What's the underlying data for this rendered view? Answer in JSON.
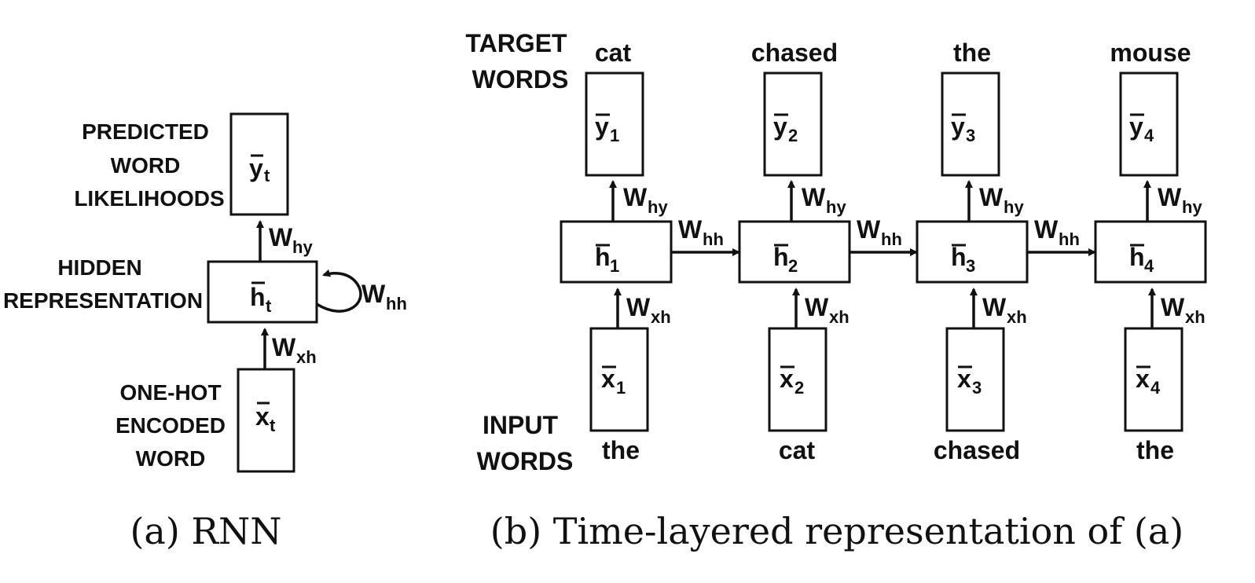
{
  "panel_a": {
    "output_label": [
      "PREDICTED",
      "WORD",
      "LIKELIHOODS"
    ],
    "hidden_label": [
      "HIDDEN",
      "REPRESENTATION"
    ],
    "input_label": [
      "ONE-HOT",
      "ENCODED",
      "WORD"
    ],
    "output_var": {
      "base": "y",
      "sub": "t"
    },
    "hidden_var": {
      "base": "h",
      "sub": "t"
    },
    "input_var": {
      "base": "x",
      "sub": "t"
    },
    "w_hy": {
      "base": "W",
      "sub": "hy"
    },
    "w_xh": {
      "base": "W",
      "sub": "xh"
    },
    "w_hh": {
      "base": "W",
      "sub": "hh"
    },
    "caption": "(a) RNN"
  },
  "panel_b": {
    "target_label": [
      "TARGET",
      "WORDS"
    ],
    "input_label": [
      "INPUT",
      "WORDS"
    ],
    "steps": [
      {
        "target": "cat",
        "input": "the",
        "y": {
          "base": "y",
          "sub": "1"
        },
        "h": {
          "base": "h",
          "sub": "1"
        },
        "x": {
          "base": "x",
          "sub": "1"
        }
      },
      {
        "target": "chased",
        "input": "cat",
        "y": {
          "base": "y",
          "sub": "2"
        },
        "h": {
          "base": "h",
          "sub": "2"
        },
        "x": {
          "base": "x",
          "sub": "2"
        }
      },
      {
        "target": "the",
        "input": "chased",
        "y": {
          "base": "y",
          "sub": "3"
        },
        "h": {
          "base": "h",
          "sub": "3"
        },
        "x": {
          "base": "x",
          "sub": "3"
        }
      },
      {
        "target": "mouse",
        "input": "the",
        "y": {
          "base": "y",
          "sub": "4"
        },
        "h": {
          "base": "h",
          "sub": "4"
        },
        "x": {
          "base": "x",
          "sub": "4"
        }
      }
    ],
    "w_hy": {
      "base": "W",
      "sub": "hy"
    },
    "w_xh": {
      "base": "W",
      "sub": "xh"
    },
    "w_hh": {
      "base": "W",
      "sub": "hh"
    },
    "caption": "(b) Time-layered representation of (a)"
  }
}
